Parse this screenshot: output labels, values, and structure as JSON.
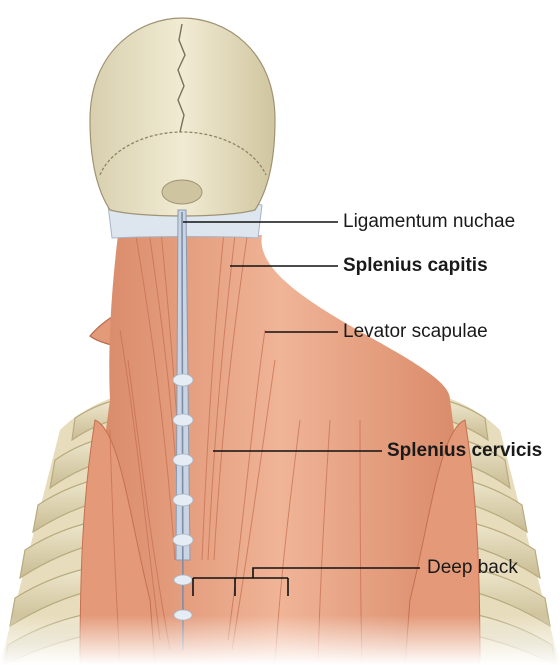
{
  "labels": {
    "ligamentum_nuchae": "Ligamentum nuchae",
    "splenius_capitis": "Splenius capitis",
    "levator_scapulae": "Levator scapulae",
    "splenius_cervicis": "Splenius cervicis",
    "deep_back": "Deep back"
  },
  "colors": {
    "bone": "#e9e2c6",
    "bone_shade": "#c9bd95",
    "muscle": "#e9a383",
    "muscle_dark": "#c97252",
    "fascia": "#d9e2ee",
    "leader_line": "#111111"
  }
}
